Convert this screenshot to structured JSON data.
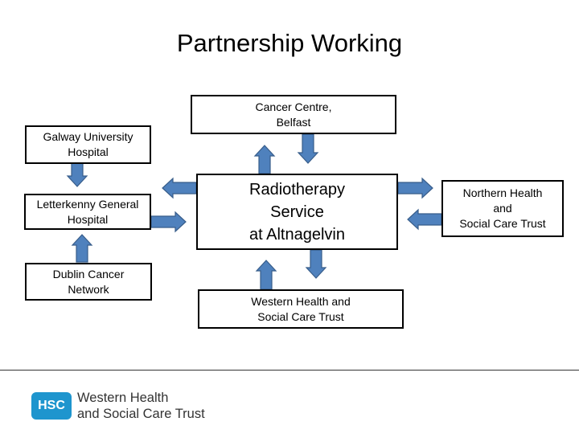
{
  "title": "Partnership Working",
  "nodes": {
    "center": "Radiotherapy\nService\nat Altnagelvin",
    "cancer_centre": "Cancer Centre,\nBelfast",
    "galway": "Galway University\nHospital",
    "letterkenny": "Letterkenny  General\nHospital",
    "dublin": "Dublin Cancer\nNetwork",
    "northern": "Northern Health\nand\nSocial Care Trust",
    "western": "Western Health and\nSocial Care Trust"
  },
  "footer": {
    "logo_text": "HSC",
    "org_name": "Western Health\nand Social Care Trust",
    "logo_color": "#1e95ce"
  },
  "colors": {
    "arrow_fill": "#4f81bd",
    "arrow_stroke": "#385d8a"
  }
}
